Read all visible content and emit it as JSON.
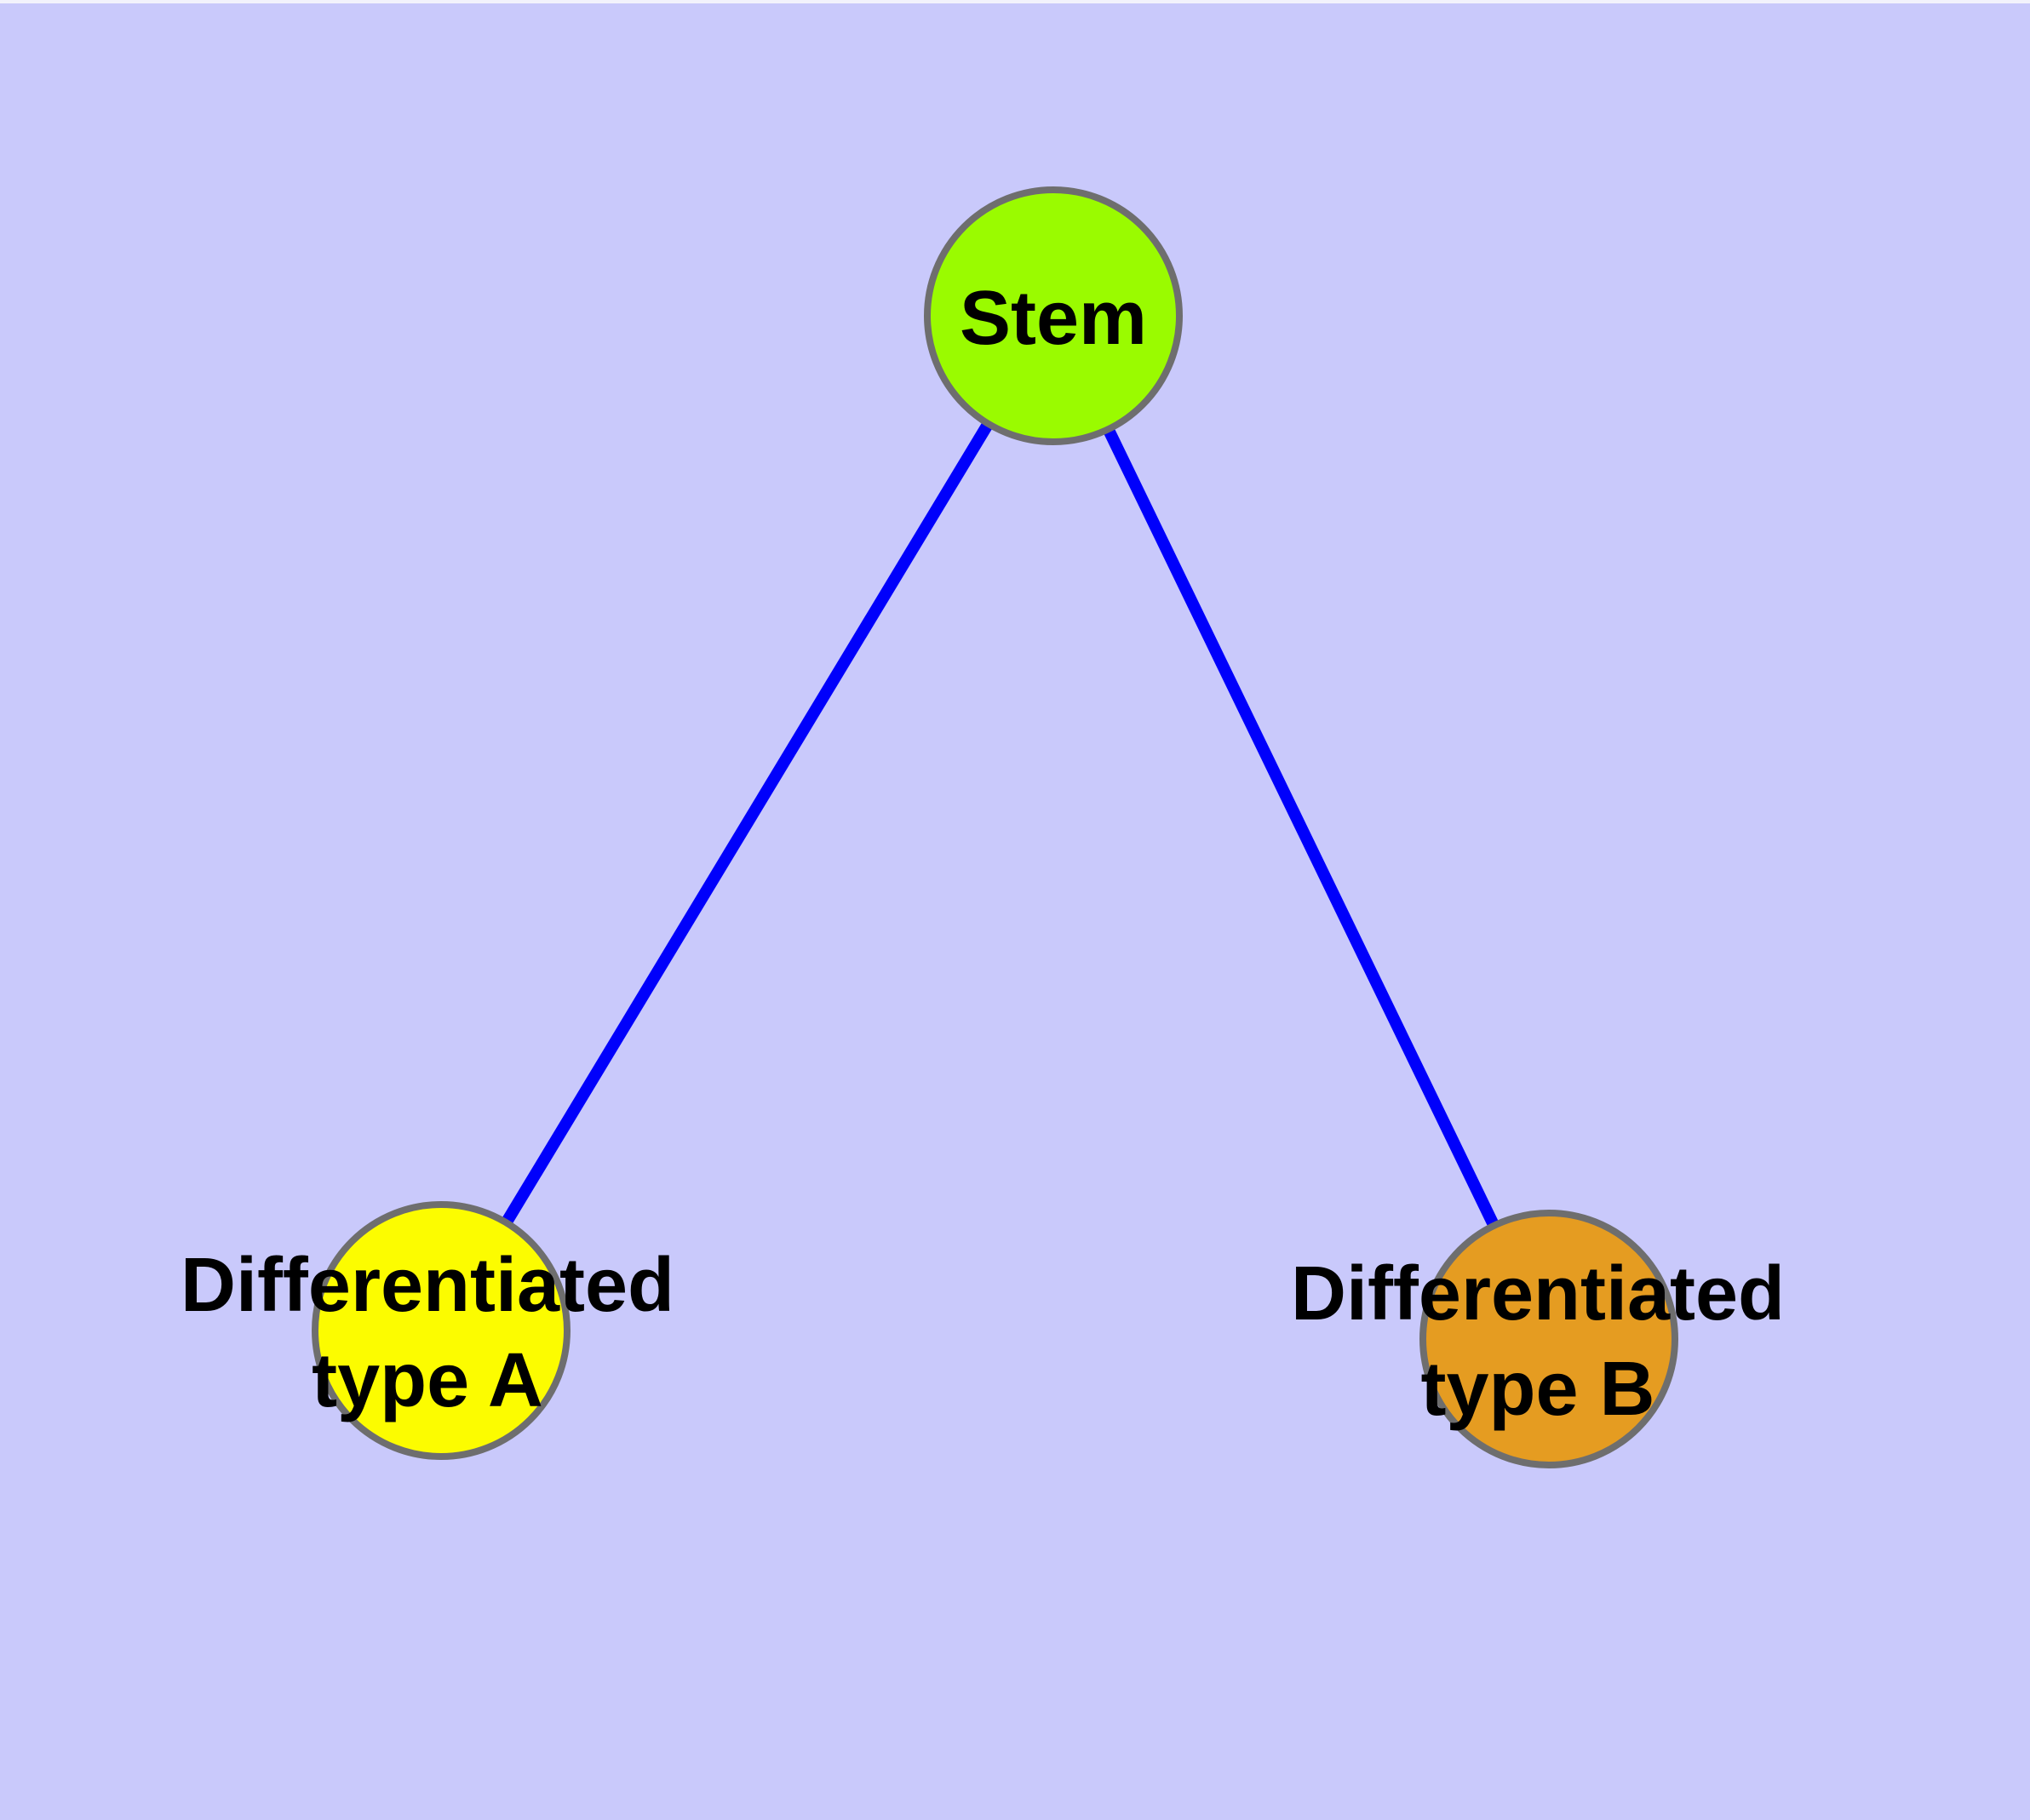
{
  "canvas": {
    "background_color": "#c9c9fb",
    "top_strip_color": "#f2f2fc"
  },
  "graph": {
    "type": "node-link-diagram",
    "edge_color": "#0000fb",
    "node_border_color": "#6e6e6e",
    "label_color": "#000000",
    "nodes": [
      {
        "id": "stem",
        "label": "Stem",
        "label_lines": [
          "Stem"
        ],
        "fill": "#9afb00"
      },
      {
        "id": "type_a",
        "label": "Differentiated type A",
        "label_lines": [
          "Differentiated",
          "type A"
        ],
        "fill": "#fcfc00"
      },
      {
        "id": "type_b",
        "label": "Differentiated type B",
        "label_lines": [
          "Differentiated",
          "type B"
        ],
        "fill": "#e59c21"
      }
    ],
    "edges": [
      {
        "from": "Stem",
        "to": "Differentiated type A"
      },
      {
        "from": "Stem",
        "to": "Differentiated type B"
      }
    ]
  }
}
